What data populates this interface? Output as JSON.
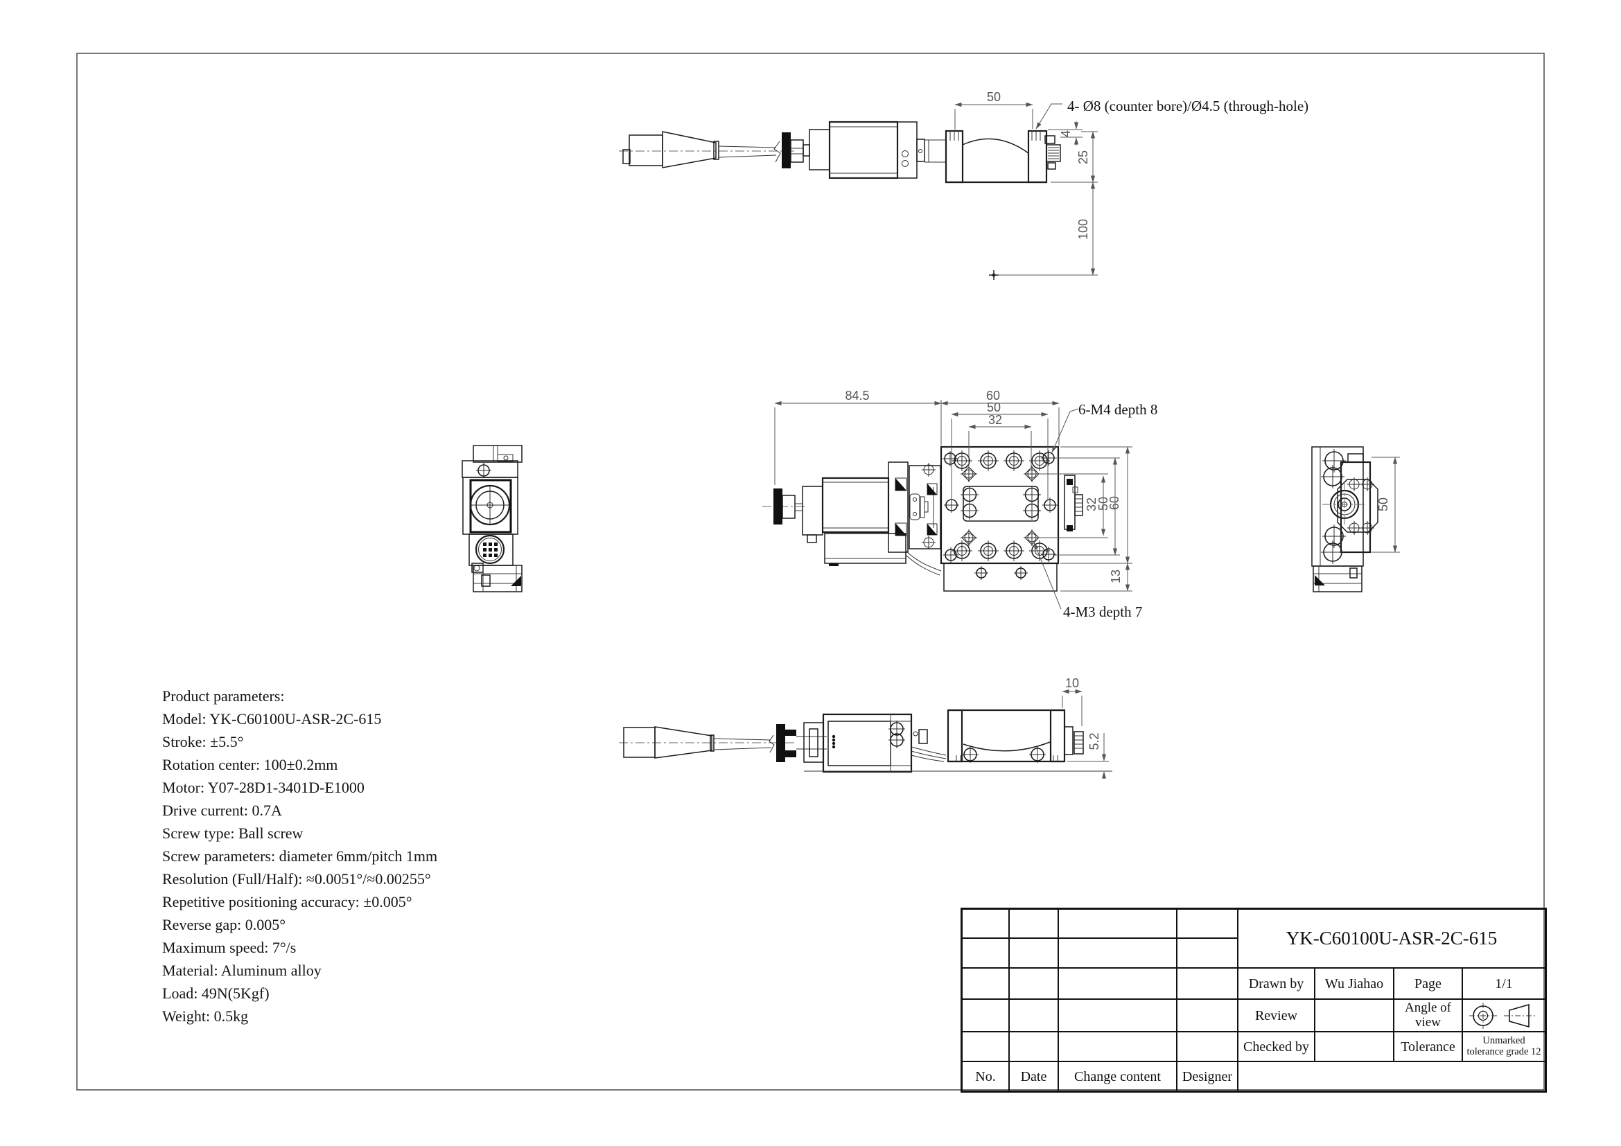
{
  "drawing": {
    "top_view": {
      "dim_width_50": "50",
      "dim_step_4": "4",
      "dim_height_25": "25",
      "dim_center_100": "100",
      "hole_note": "4- Ø8 (counter bore)/Ø4.5 (through-hole)"
    },
    "front_view": {
      "dim_motor_84_5": "84.5",
      "dim_top_60": "60",
      "dim_top_50": "50",
      "dim_top_32": "32",
      "dim_right_32": "32",
      "dim_right_50": "50",
      "dim_right_60": "60",
      "dim_base_13": "13",
      "note_m4": "6-M4 depth 8",
      "note_m3": "4-M3 depth 7"
    },
    "right_view": {
      "dim_height_50": "50"
    },
    "bottom_view": {
      "dim_offset_10": "10",
      "dim_height_5_2": "5.2"
    }
  },
  "parameters": {
    "lines": [
      "Product parameters:",
      "Model: YK-C60100U-ASR-2C-615",
      "Stroke: ±5.5°",
      "Rotation center: 100±0.2mm",
      "Motor: Y07-28D1-3401D-E1000",
      "Drive current: 0.7A",
      "Screw type: Ball screw",
      "Screw parameters: diameter 6mm/pitch 1mm",
      "Resolution (Full/Half): ≈0.0051°/≈0.00255°",
      "Repetitive positioning accuracy: ±0.005°",
      "Reverse gap: 0.005°",
      "Maximum speed: 7°/s",
      "Material: Aluminum alloy",
      "Load: 49N(5Kgf)",
      "Weight: 0.5kg"
    ]
  },
  "title_block": {
    "title": "YK-C60100U-ASR-2C-615",
    "drawn_by_label": "Drawn by",
    "drawn_by_value": "Wu Jiahao",
    "page_label": "Page",
    "page_value": "1/1",
    "review_label": "Review",
    "angle_of_view_label": "Angle of view",
    "checked_by_label": "Checked by",
    "tolerance_label": "Tolerance",
    "tolerance_value": "Unmarked tolerance grade 12",
    "no_label": "No.",
    "date_label": "Date",
    "change_content_label": "Change content",
    "designer_label": "Designer"
  }
}
